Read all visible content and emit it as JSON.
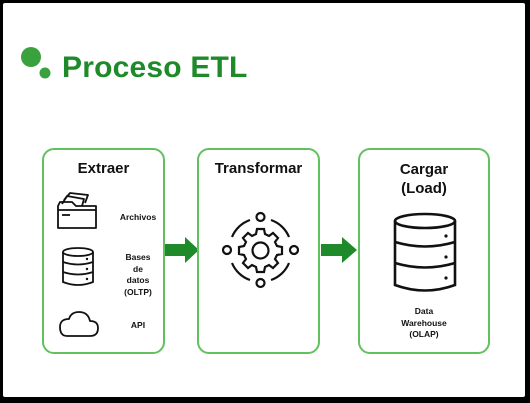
{
  "title": "Proceso ETL",
  "stages": {
    "extraer": {
      "title": "Extraer",
      "items": [
        {
          "label": "Archivos",
          "icon": "folder-icon"
        },
        {
          "label": "Bases\nde\ndatos\n(OLTP)",
          "icon": "database-icon"
        },
        {
          "label": "API",
          "icon": "cloud-icon"
        }
      ]
    },
    "transformar": {
      "title": "Transformar",
      "icon": "gear-icon"
    },
    "cargar": {
      "title": "Cargar\n(Load)",
      "icon": "database-icon",
      "label": "Data\nWarehouse\n(OLAP)"
    }
  },
  "colors": {
    "title": "#1f8a2a",
    "border": "#63c05f",
    "arrow": "#1f8a2a"
  }
}
